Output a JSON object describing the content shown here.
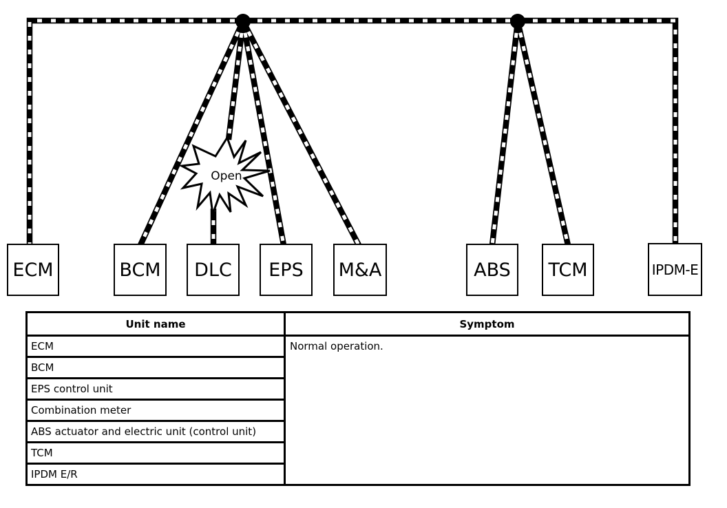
{
  "diagram": {
    "open_label": "Open",
    "units": [
      "ECM",
      "BCM",
      "DLC",
      "EPS",
      "M&A",
      "ABS",
      "TCM",
      "IPDM-E"
    ],
    "line_color": "#000000",
    "node_count": "2"
  },
  "table": {
    "columns": [
      "Unit name",
      "Symptom"
    ],
    "rows": [
      "ECM",
      "BCM",
      "EPS control unit",
      "Combination meter",
      "ABS actuator and electric unit (control unit)",
      "TCM",
      "IPDM E/R"
    ],
    "symptom": "Normal operation."
  }
}
